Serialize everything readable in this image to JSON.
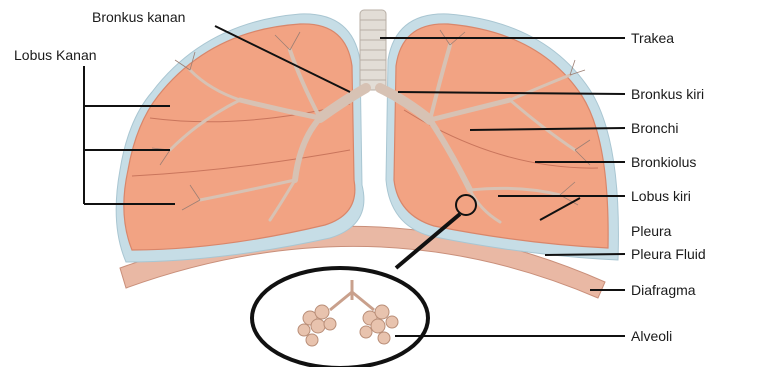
{
  "labels": {
    "bronkus_kanan": "Bronkus kanan",
    "lobus_kanan": "Lobus Kanan",
    "trakea": "Trakea",
    "bronkus_kiri": "Bronkus kiri",
    "bronchi": "Bronchi",
    "bronkiolus": "Bronkiolus",
    "lobus_kiri": "Lobus kiri",
    "pleura": "Pleura",
    "pleura_fluid": "Pleura Fluid",
    "diafragma": "Diafragma",
    "alveoli": "Alveoli"
  },
  "colors": {
    "lung": "#f2a383",
    "lung_edge": "#d9866a",
    "pleura": "#c6dde6",
    "diaphragm": "#e9b8a4",
    "bronchi": "#d7c2b4",
    "trachea": "#e2ddd6",
    "label_line": "#111111"
  }
}
